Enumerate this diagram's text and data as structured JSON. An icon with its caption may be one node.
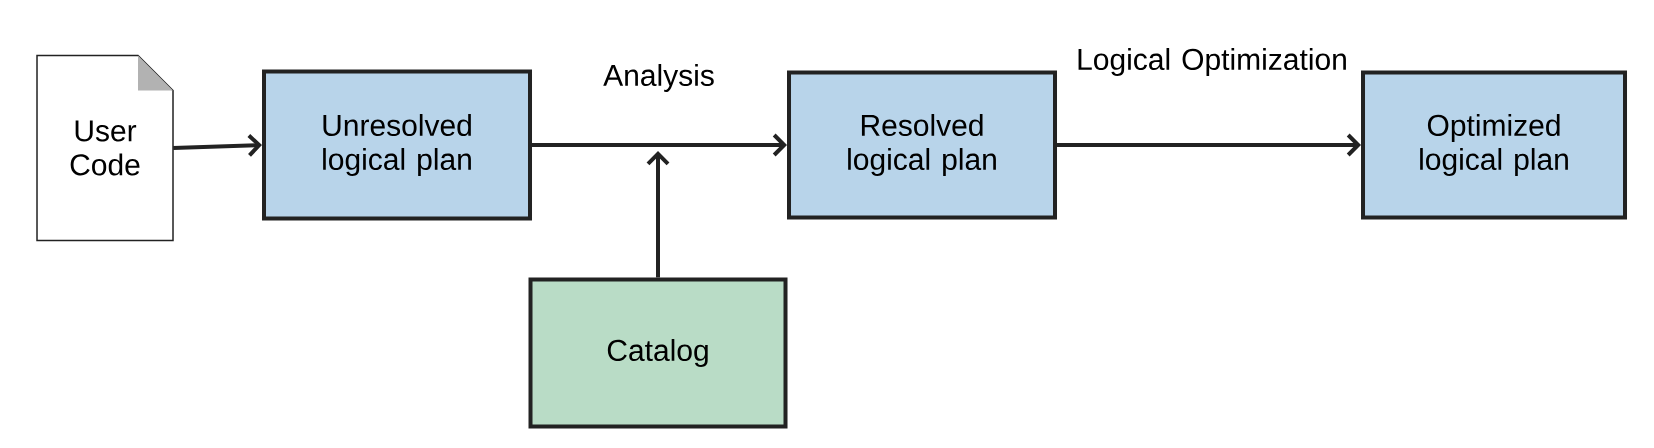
{
  "diagram": {
    "nodes": [
      {
        "text": [
          "User Code"
        ]
      },
      {
        "text": [
          "Unresolved logical plan"
        ]
      },
      {
        "text": [
          "Resolved logical plan"
        ]
      },
      {
        "text": [
          "Optimized logical plan"
        ]
      },
      {
        "text": [
          "Catalog"
        ]
      }
    ],
    "edges": [
      {
        "from": 0,
        "to": 1,
        "arrow": "to"
      },
      {
        "from": 1,
        "to": 2,
        "arrow": "to",
        "label": "Analysis"
      },
      {
        "from": 4,
        "to": null,
        "arrow": "to"
      },
      {
        "from": 2,
        "to": 3,
        "arrow": "to",
        "label": "Logical Optimization"
      }
    ]
  }
}
